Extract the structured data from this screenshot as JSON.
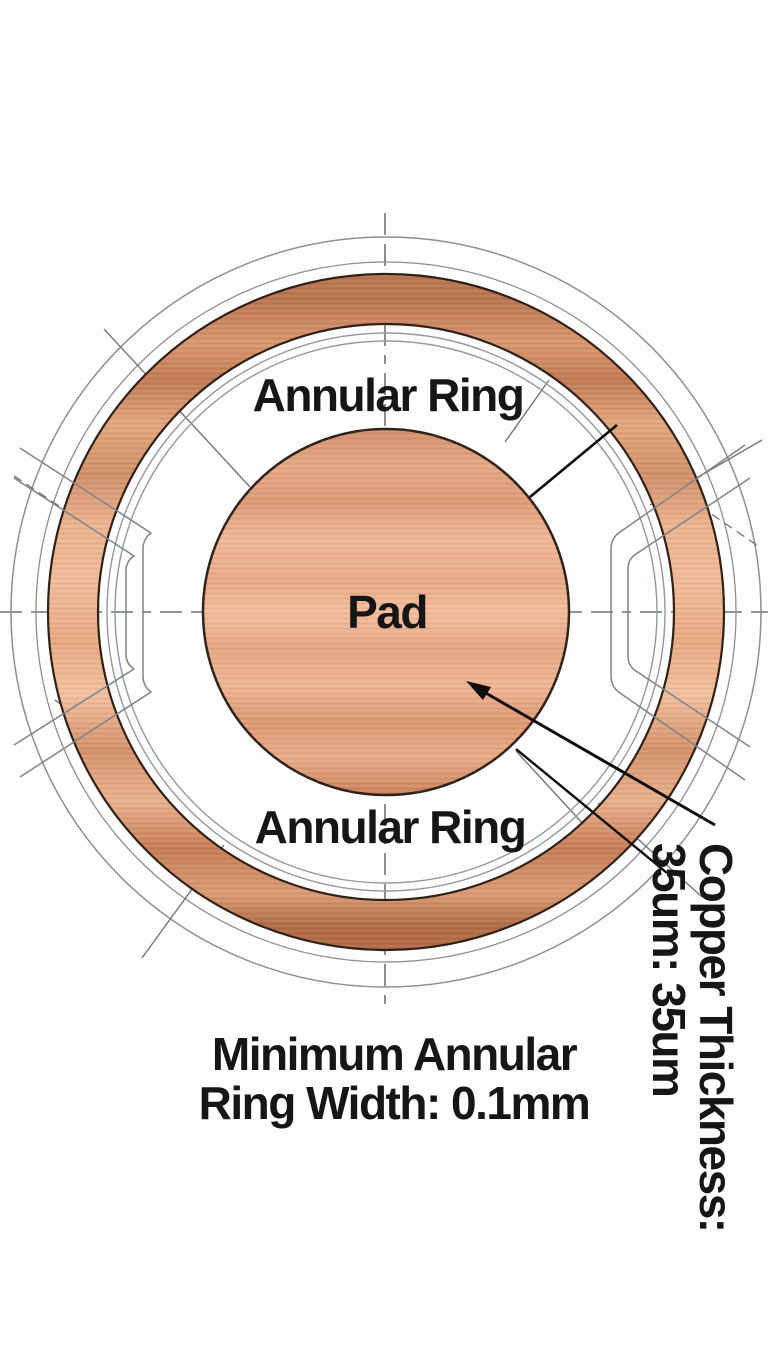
{
  "title": "PCB Pad and Annular Ring technical diagram",
  "labels": {
    "annular_ring_top": "Annular Ring",
    "annular_ring_bottom": "Annular Ring",
    "pad": "Pad",
    "min_ring_line1": "Minimum Annular",
    "min_ring_line2": "Ring Width: 0.1mm",
    "copper_thickness_line1": "Copper Thickness:",
    "copper_thickness_line2": "35um: 35um"
  },
  "annotations": {
    "pad_arrow_target": "Pad",
    "leader_lines_count": 3
  },
  "colors": {
    "copper_light": "#f1bc9a",
    "copper_mid": "#dd9a74",
    "copper_dark": "#b4704b",
    "copper_edge_outline": "#2f2118",
    "thin_construction_line": "#8a9096",
    "dashed_centerline": "#6d7378",
    "leader_line": "#0e0e0e",
    "text": "#161616",
    "background": "#fdfdfc"
  }
}
